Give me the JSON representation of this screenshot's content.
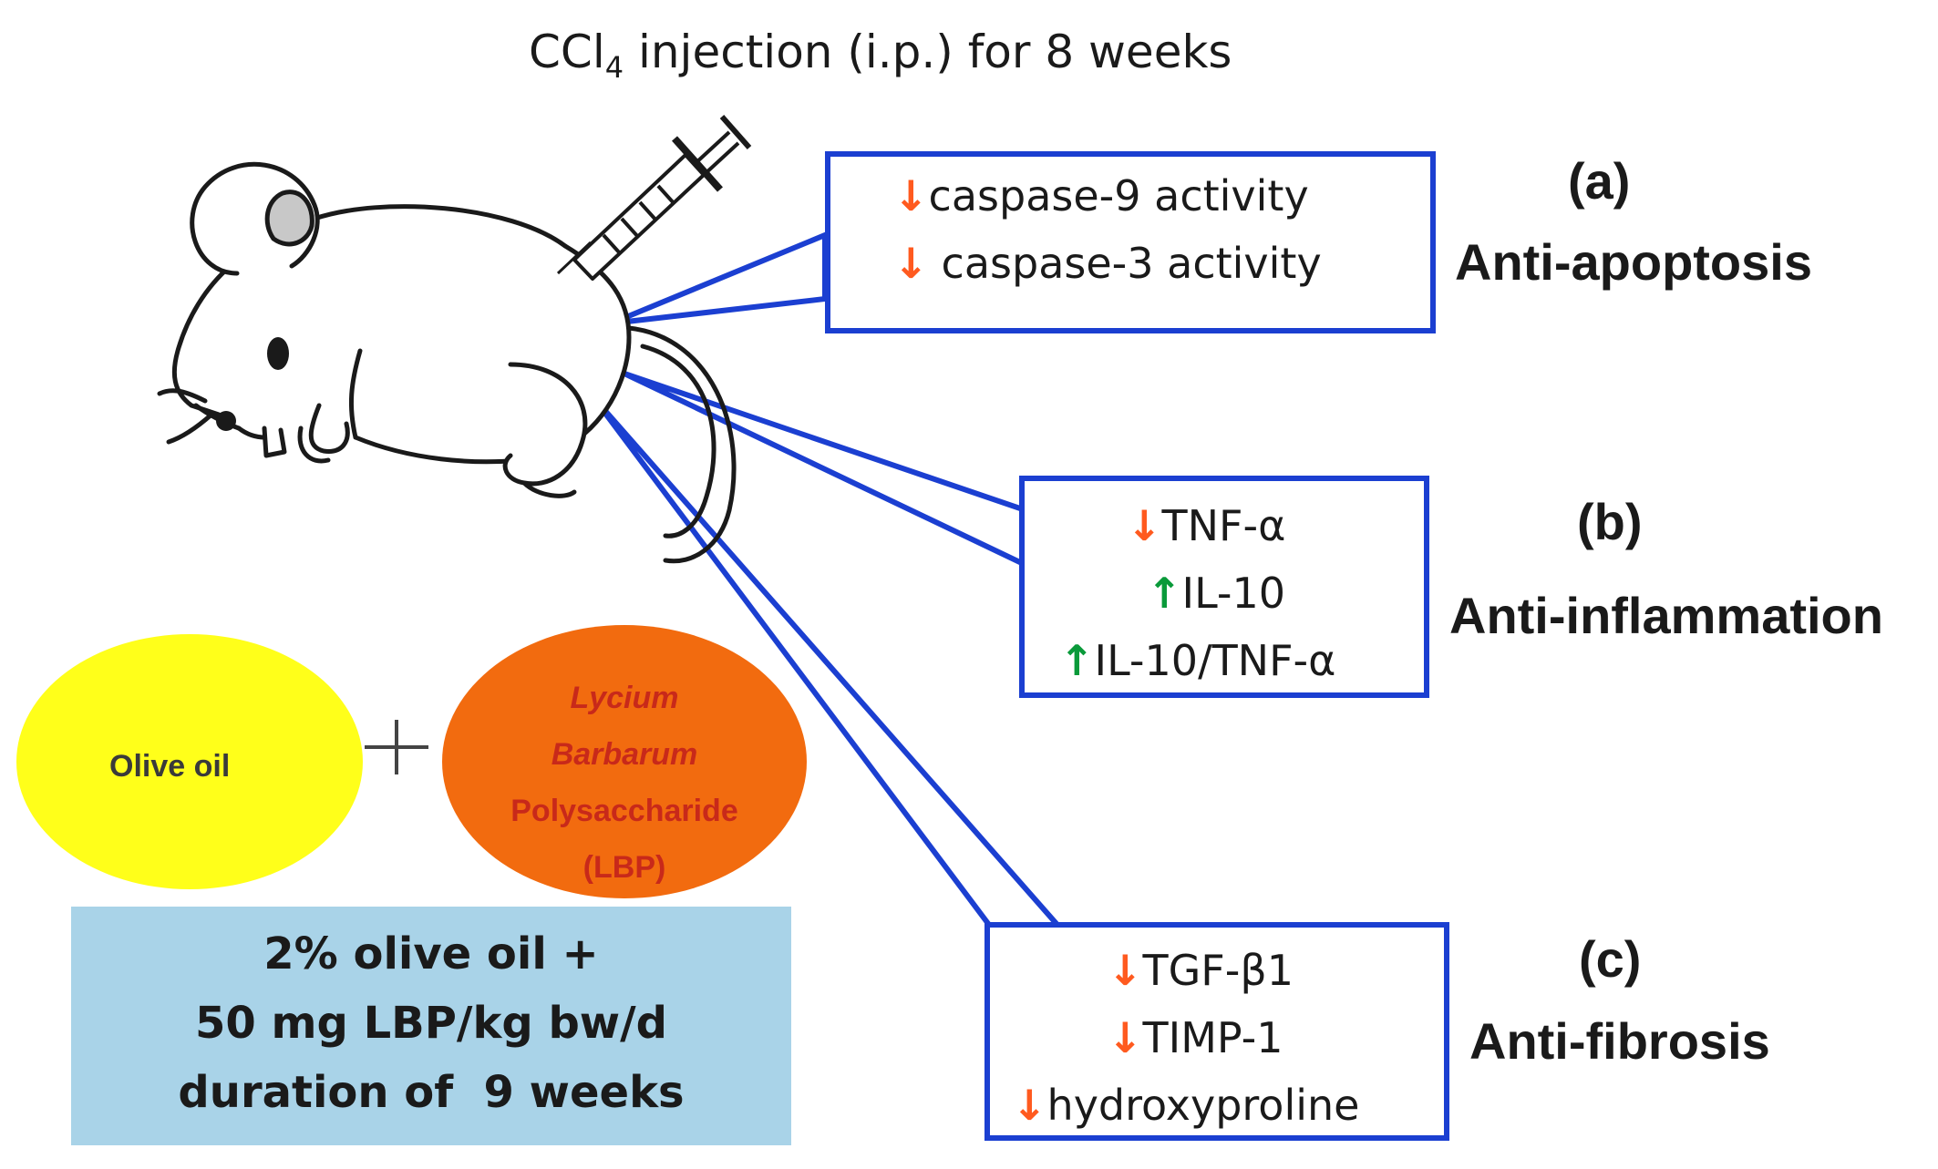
{
  "title": {
    "prefix": "CCl",
    "subscript": "4",
    "suffix": " injection (i.p.) for 8 weeks"
  },
  "panels": [
    {
      "letter": "(a)",
      "category": "Anti-apoptosis",
      "items": [
        {
          "dir": "down",
          "arrow": "↓",
          "text": "caspase-9 activity"
        },
        {
          "dir": "down",
          "arrow": "↓",
          "text": "caspase-3 activity"
        }
      ]
    },
    {
      "letter": "(b)",
      "category": "Anti-inflammation",
      "items": [
        {
          "dir": "down",
          "arrow": "↓",
          "text": "TNF-α"
        },
        {
          "dir": "up",
          "arrow": "↑",
          "text": "IL-10"
        },
        {
          "dir": "up",
          "arrow": "↑",
          "text": "IL-10/TNF-α"
        }
      ]
    },
    {
      "letter": "(c)",
      "category": "Anti-fibrosis",
      "items": [
        {
          "dir": "down",
          "arrow": "↓",
          "text": "TGF-β1"
        },
        {
          "dir": "down",
          "arrow": "↓",
          "text": "TIMP-1"
        },
        {
          "dir": "down",
          "arrow": "↓",
          "text": "hydroxyproline"
        }
      ]
    }
  ],
  "olive_oil": "Olive oil",
  "plus": "+",
  "lbp": {
    "line1": "Lycium",
    "line2": "Barbarum",
    "line3": "Polysaccharide",
    "line4": "(LBP)"
  },
  "treatment": {
    "line1": "2% olive oil +",
    "line2": "50 mg LBP/kg bw/d",
    "line3": "duration of  9 weeks"
  },
  "colors": {
    "box_border": "#1b3fd1",
    "down_arrow": "#ff5a1f",
    "up_arrow": "#0a9a3a",
    "olive": "#ffff1a",
    "lbp": "#f26b0f",
    "treatment_bg": "#a9d3e8"
  }
}
